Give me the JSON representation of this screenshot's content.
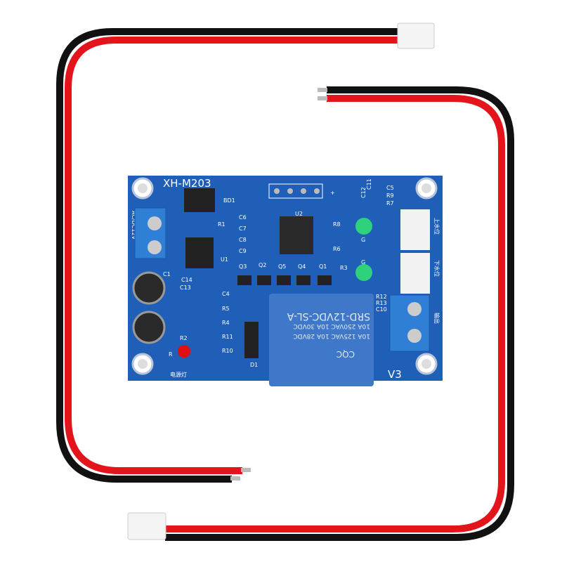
{
  "board": {
    "model": "XH-M203",
    "power_label": "AC/DC12V",
    "version": "V3",
    "power_led_label": "电源灯",
    "upper_level_label": "上水位",
    "lower_level_label": "下水位",
    "output_label": "输出",
    "led_labels": [
      "G",
      "G"
    ],
    "refs_left": [
      "BD1",
      "R1",
      "U1",
      "C1",
      "C14",
      "C13",
      "R2",
      "R"
    ],
    "refs_mid": [
      "C4",
      "R5",
      "R4",
      "R11",
      "R10",
      "D1",
      "U2",
      "C6",
      "C7",
      "C8",
      "C9"
    ],
    "transistors": [
      "Q3",
      "Q2",
      "Q5",
      "Q4",
      "Q1"
    ],
    "refs_right": [
      "R8",
      "R6",
      "R3",
      "C5",
      "R9",
      "R7",
      "C12",
      "C11",
      "R12",
      "R13",
      "C10"
    ],
    "header_plus": "+",
    "colors": {
      "pcb": "#1f5fb8",
      "terminal": "#2f7fd6",
      "wire_red": "#e3141b",
      "wire_black": "#111111",
      "led_green": "#2fd17a",
      "led_red": "#e01010"
    }
  },
  "relay": {
    "model": "SRD-12VDC-SL-A",
    "rating_1": "10A 250VAC  10A 30VDC",
    "rating_2": "10A 125VAC  10A 28VDC",
    "cert": "CQC"
  }
}
